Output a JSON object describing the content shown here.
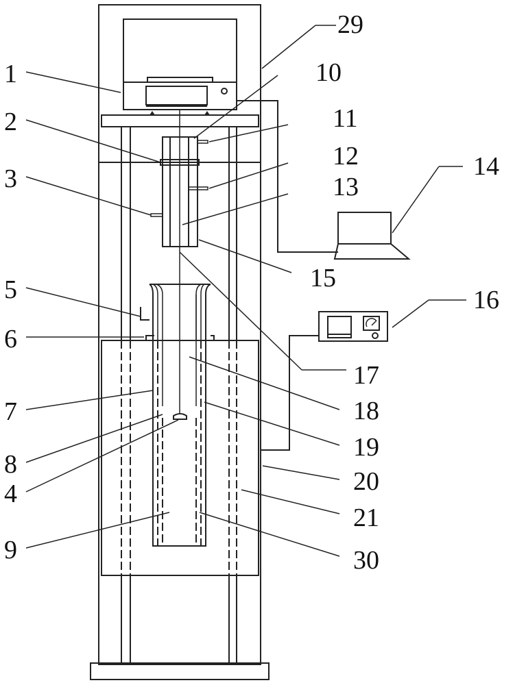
{
  "figure": {
    "labels": {
      "n1": "1",
      "n2": "2",
      "n3": "3",
      "n4": "4",
      "n5": "5",
      "n6": "6",
      "n7": "7",
      "n8": "8",
      "n9": "9",
      "n10": "10",
      "n11": "11",
      "n12": "12",
      "n13": "13",
      "n14": "14",
      "n15": "15",
      "n16": "16",
      "n17": "17",
      "n18": "18",
      "n19": "19",
      "n20": "20",
      "n21": "21",
      "n29": "29",
      "n30": "30"
    }
  }
}
